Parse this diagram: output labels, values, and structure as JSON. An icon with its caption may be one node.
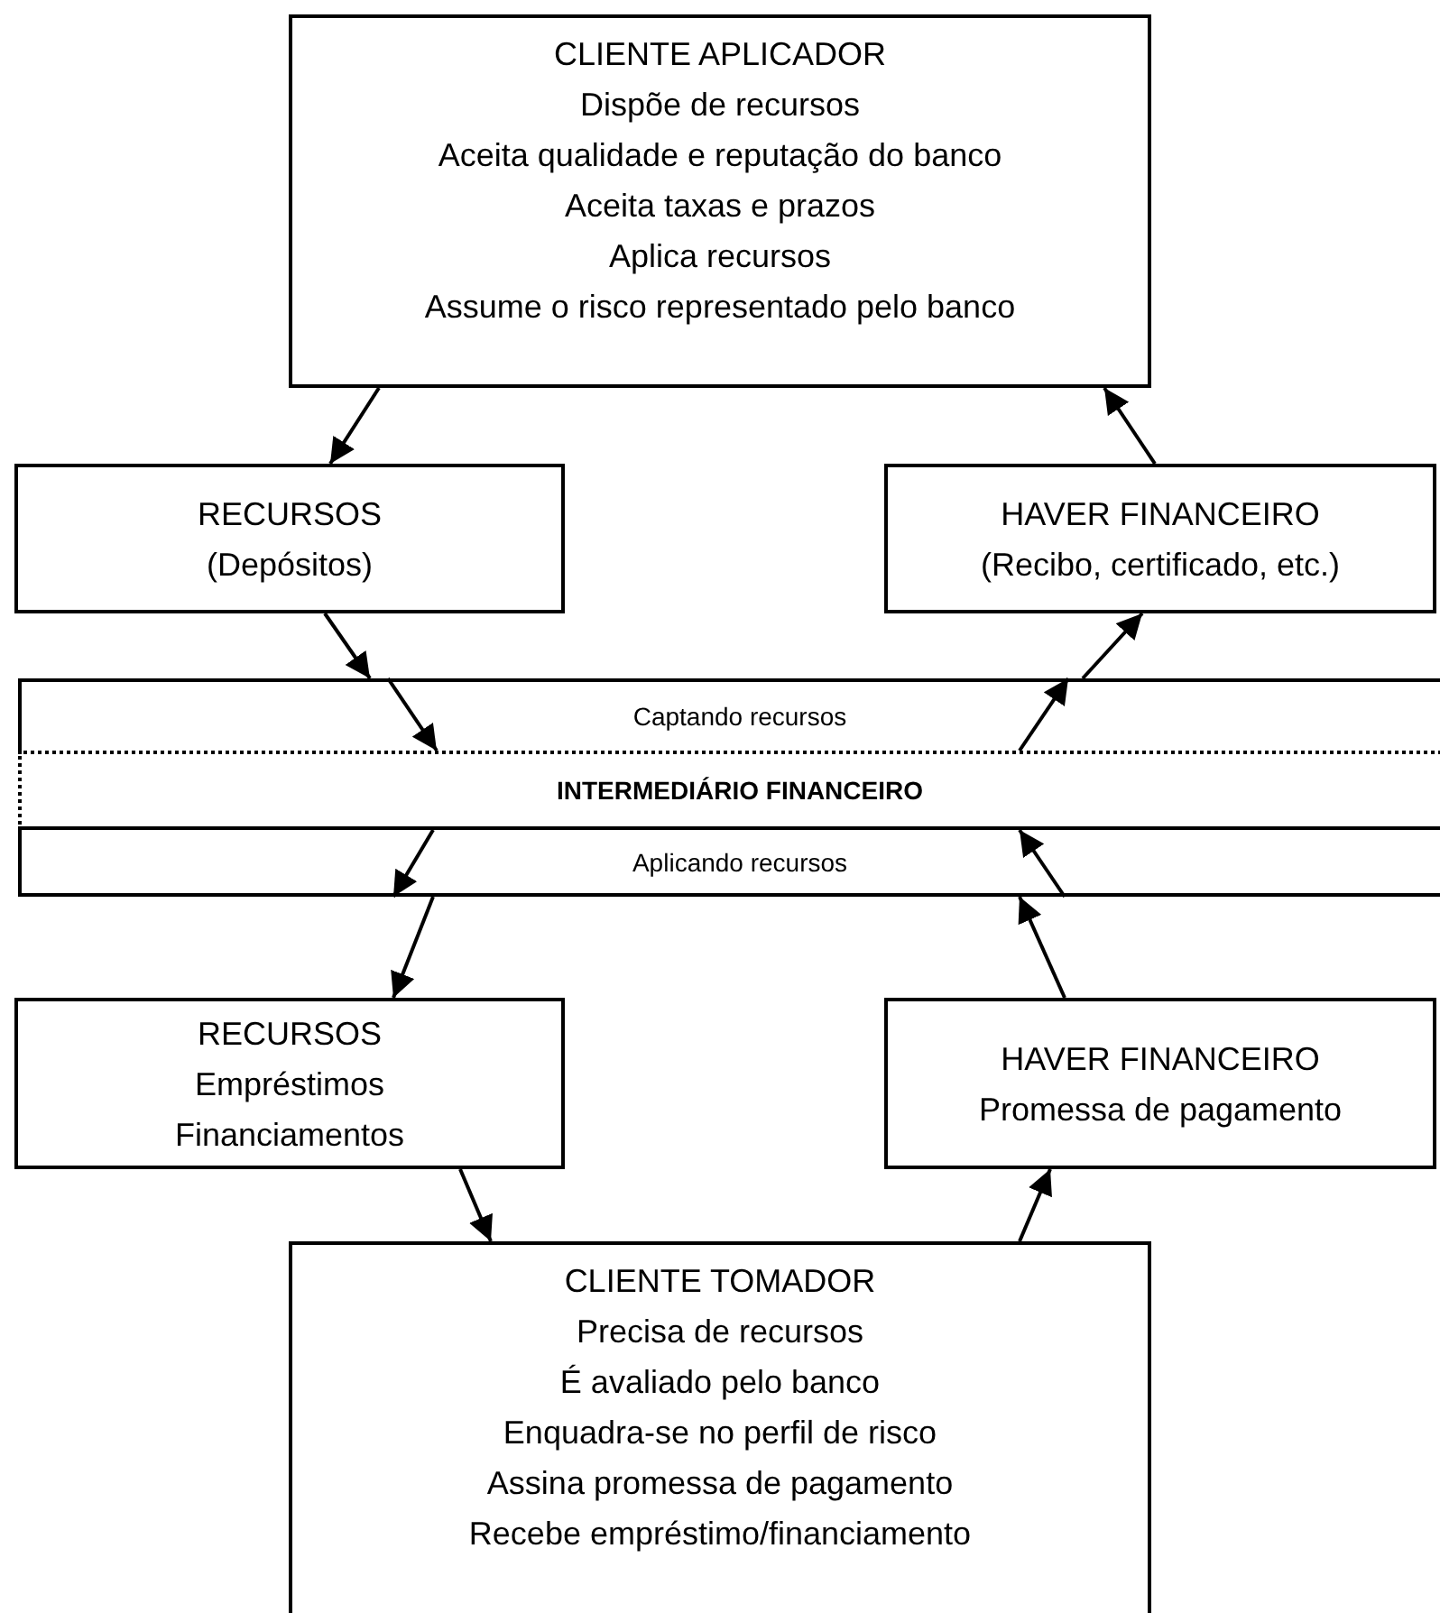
{
  "diagram": {
    "nodes": [
      {
        "text": [
          "CLIENTE APLICADOR",
          "Dispõe de recursos",
          "Aceita qualidade e reputação do banco",
          "Aceita taxas e prazos",
          "Aplica recursos",
          "Assume o risco representado pelo banco"
        ]
      },
      {
        "text": [
          "RECURSOS",
          "(Depósitos)"
        ]
      },
      {
        "text": [
          "HAVER FINANCEIRO",
          "(Recibo, certificado, etc.)"
        ]
      },
      {
        "text": [
          "Captando recursos"
        ]
      },
      {
        "text": [
          "INTERMEDIÁRIO FINANCEIRO"
        ]
      },
      {
        "text": [
          "Aplicando recursos"
        ]
      },
      {
        "text": [
          "RECURSOS",
          "Empréstimos",
          "Financiamentos"
        ]
      },
      {
        "text": [
          "HAVER FINANCEIRO",
          "Promessa de pagamento"
        ]
      },
      {
        "text": [
          "CLIENTE TOMADOR",
          "Precisa de recursos",
          "É avaliado pelo banco",
          "Enquadra-se no perfil de risco",
          "Assina promessa de pagamento",
          "Recebe empréstimo/financiamento"
        ]
      }
    ],
    "edges": [
      {
        "from": 0,
        "to": 1,
        "arrow": "to"
      },
      {
        "from": 2,
        "to": 0,
        "arrow": "to"
      },
      {
        "from": 1,
        "to": 3,
        "arrow": "to"
      },
      {
        "from": 3,
        "to": 4,
        "arrow": "to"
      },
      {
        "from": 4,
        "to": 3,
        "arrow": "to"
      },
      {
        "from": 3,
        "to": 2,
        "arrow": "to"
      },
      {
        "from": 4,
        "to": 5,
        "arrow": "to"
      },
      {
        "from": 5,
        "to": 6,
        "arrow": "to"
      },
      {
        "from": 7,
        "to": 5,
        "arrow": "to"
      },
      {
        "from": 5,
        "to": 4,
        "arrow": "to"
      },
      {
        "from": 6,
        "to": 8,
        "arrow": "to"
      },
      {
        "from": 8,
        "to": 7,
        "arrow": "to"
      }
    ]
  }
}
